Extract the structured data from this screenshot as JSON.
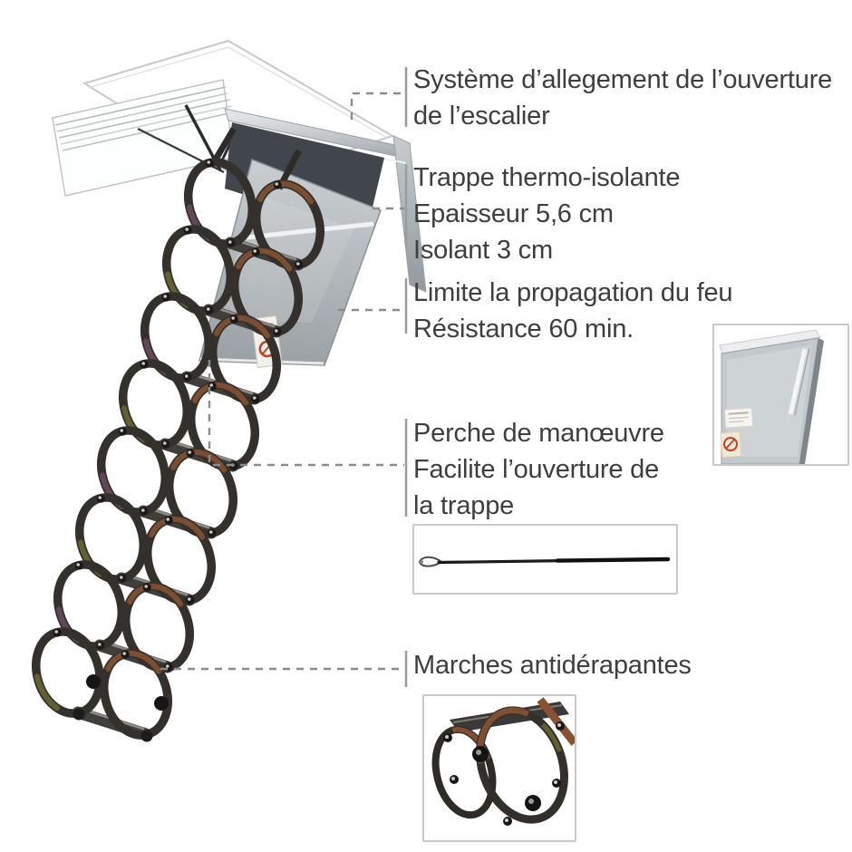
{
  "page": {
    "background": "#ffffff",
    "language": "fr"
  },
  "annotations": [
    {
      "id": "opening-assist",
      "lines": [
        "Système d’allegement de l’ouverture",
        "de l’escalier"
      ]
    },
    {
      "id": "thermo-hatch",
      "lines": [
        "Trappe thermo-isolante",
        "Epaisseur 5,6 cm",
        "Isolant 3 cm"
      ]
    },
    {
      "id": "fire-resistance",
      "lines": [
        "Limite la propagation du feu",
        "Résistance 60 min."
      ]
    },
    {
      "id": "operating-pole",
      "lines": [
        "Perche de manœuvre",
        "Facilite l’ouverture de",
        "la trappe"
      ]
    },
    {
      "id": "anti-slip-steps",
      "lines": [
        "Marches antidérapantes"
      ]
    }
  ],
  "colors": {
    "annotation_text": "#3e3e3e",
    "leader_line": "#8c8c8c",
    "tick_bar": "#9c9c9c",
    "inset_border": "#c9c9c9",
    "ladder_dark": "#34312d",
    "ladder_copper": "#8a5230",
    "ladder_brass": "#6d6a33",
    "ladder_purple": "#6b4a62",
    "hatch_silver": "#c3c8cb",
    "sticker_red": "#c23f28"
  }
}
